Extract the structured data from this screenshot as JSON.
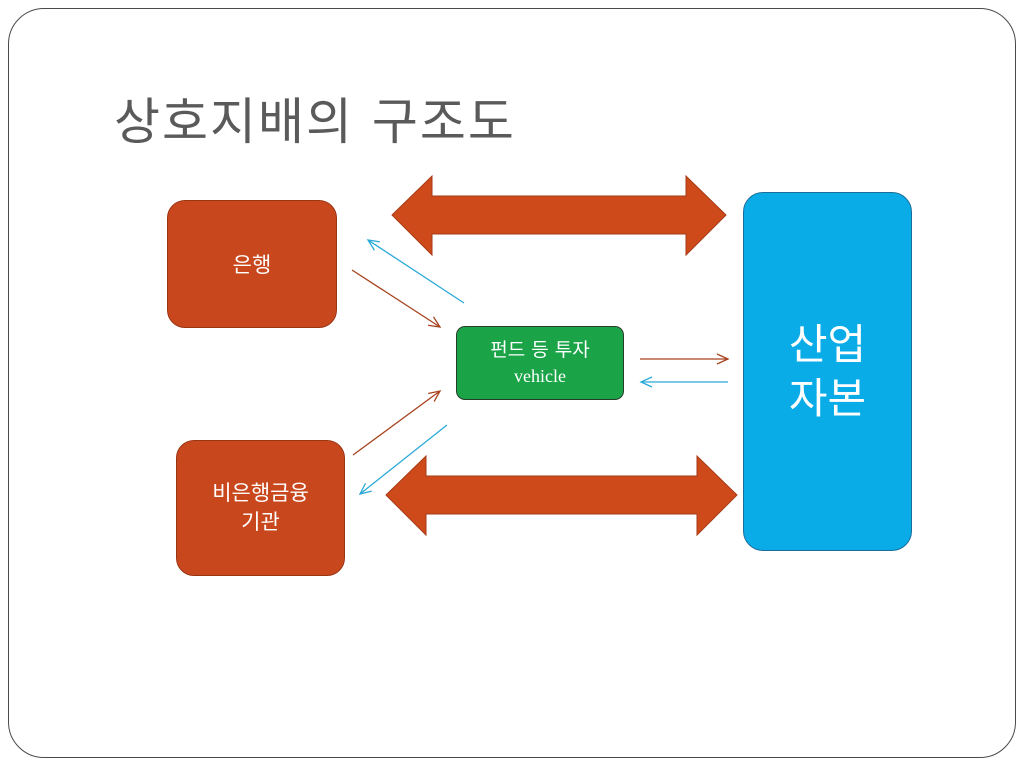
{
  "slide": {
    "title": "상호지배의 구조도"
  },
  "diagram": {
    "bank": {
      "label": "은행"
    },
    "nonbank": {
      "line1": "비은행금융",
      "line2": "기관"
    },
    "fund": {
      "line1": "펀드 등 투자",
      "line2": "vehicle"
    },
    "capital": {
      "line1": "산업",
      "line2": "자본"
    }
  },
  "colors": {
    "orange_box": "#c9471c",
    "green_box": "#1aa347",
    "blue_box": "#0aace8",
    "blue_arrow": "#2aa9d8",
    "orange_arrow": "#a8421e",
    "title_text": "#5a5a5a"
  }
}
